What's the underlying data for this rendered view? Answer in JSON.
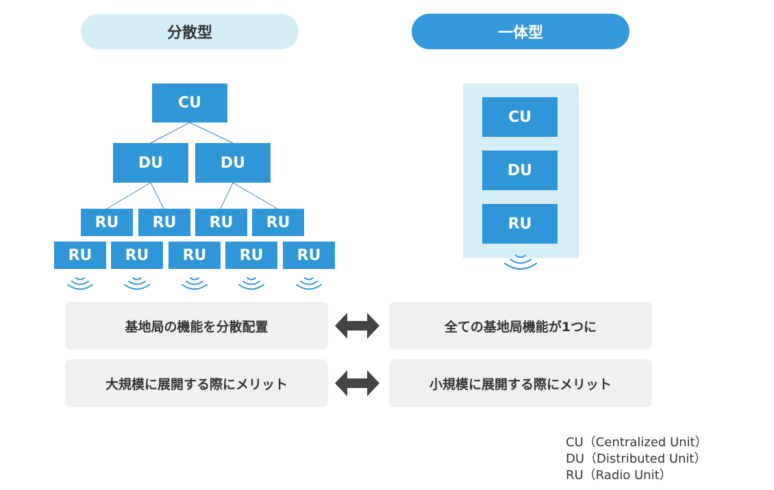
{
  "headers": {
    "distributed": "分散型",
    "integrated": "一体型"
  },
  "distributed_tree": {
    "cu": "CU",
    "du": [
      "DU",
      "DU"
    ],
    "ru_row1": [
      "RU",
      "RU",
      "RU",
      "RU"
    ],
    "ru_row2": [
      "RU",
      "RU",
      "RU",
      "RU",
      "RU"
    ]
  },
  "integrated_stack": [
    "CU",
    "DU",
    "RU"
  ],
  "comparisons": [
    {
      "left": "基地局の機能を分散配置",
      "right": "全ての基地局機能が1つに"
    },
    {
      "left": "大規模に展開する際にメリット",
      "right": "小規模に展開する際にメリット"
    }
  ],
  "legend": [
    "CU（Centralized Unit）",
    "DU（Distributed Unit）",
    "RU（Radio Unit）"
  ],
  "colors": {
    "unit_box": "#2f96d7",
    "connector": "#3a7fc1",
    "arrow": "#444444"
  },
  "icons": {
    "wave": "radio-wave-icon",
    "arrow": "double-arrow-icon"
  }
}
